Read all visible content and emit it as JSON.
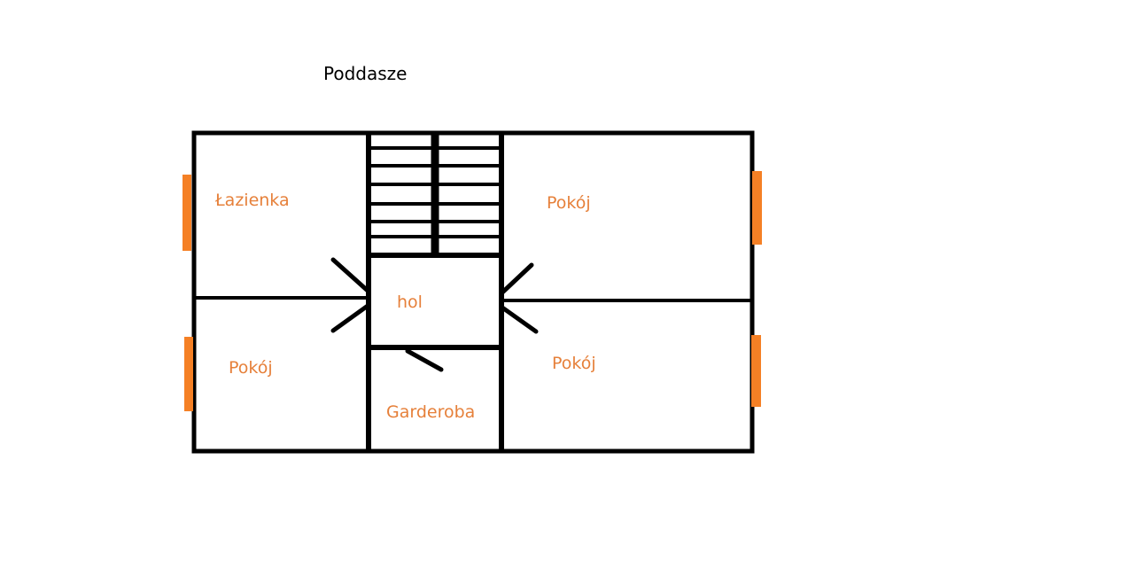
{
  "title": "Poddasze",
  "colors": {
    "wall": "#000000",
    "label": "#e6803a",
    "window": "#f58025"
  },
  "rooms": [
    {
      "id": "lazienka",
      "label": "Łazienka"
    },
    {
      "id": "pokoj-top-right",
      "label": "Pokój"
    },
    {
      "id": "hol",
      "label": "hol"
    },
    {
      "id": "pokoj-bottom-left",
      "label": "Pokój"
    },
    {
      "id": "pokoj-bottom-right",
      "label": "Pokój"
    },
    {
      "id": "garderoba",
      "label": "Garderoba"
    }
  ]
}
